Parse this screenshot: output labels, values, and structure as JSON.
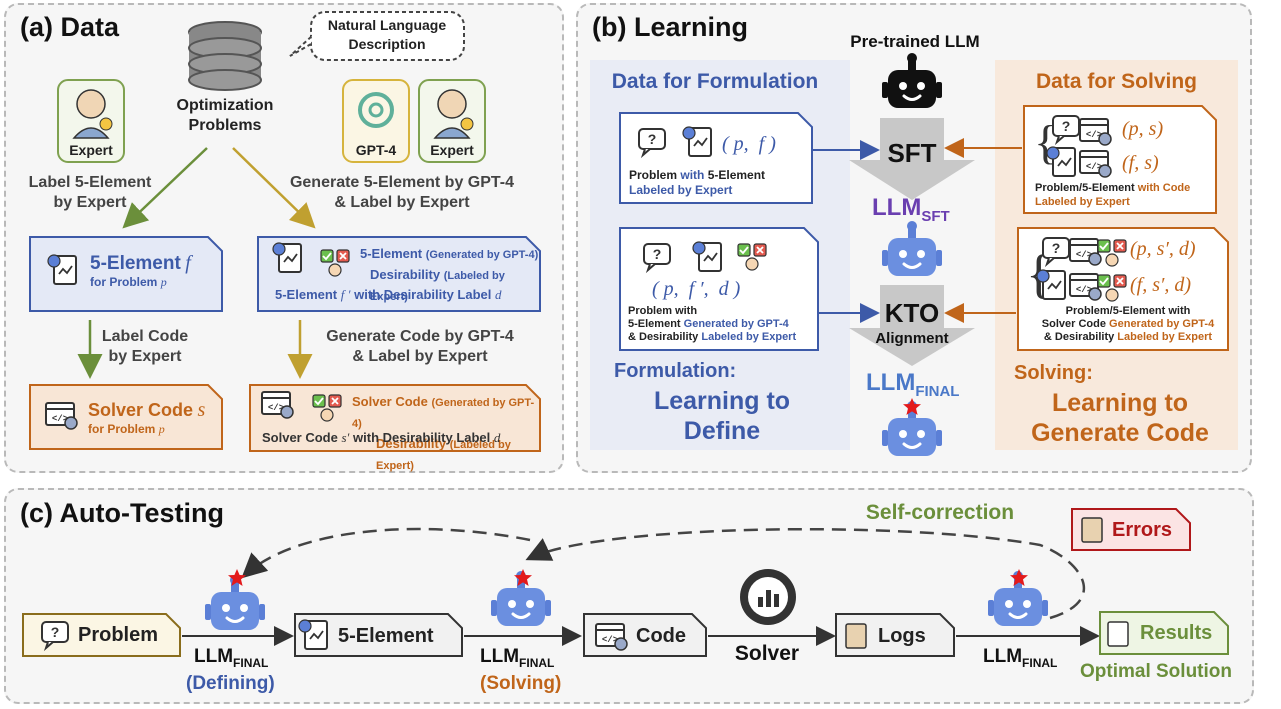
{
  "panel_a": {
    "title": "(a) Data",
    "nl_desc": "Natural Language\nDescription",
    "opt_problems": "Optimization\nProblems",
    "expert": "Expert",
    "gpt4": "GPT-4",
    "label_by_expert": "Label 5-Element\nby Expert",
    "generate_by_gpt4": "Generate 5-Element by GPT-4\n& Label by Expert",
    "five_element": "5-Element",
    "five_element_var": "f",
    "for_problem": "for Problem",
    "problem_var": "p",
    "gen_5e": "5-Element",
    "generated_by_gpt4": "(Generated by GPT-4)",
    "desirability": "Desirability",
    "labeled_by_expert": "(Labeled by Expert)",
    "five_e_prime": "5-Element",
    "f_prime": "f ′",
    "with_des_label": "with Desirability Label",
    "d_var": "d",
    "label_code": "Label Code\nby Expert",
    "generate_code": "Generate Code by GPT-4\n& Label by Expert",
    "solver_code": "Solver Code",
    "s_var": "s",
    "solver_code_gen": "Solver Code",
    "solver_code_prime": "Solver Code",
    "s_prime": "s′"
  },
  "panel_b": {
    "title": "(b) Learning",
    "pretrained": "Pre-trained LLM",
    "data_formulation": "Data for Formulation",
    "data_solving": "Data for Solving",
    "pf": "( p,  f )",
    "problem_with": "Problem",
    "with_word": "with",
    "five_element": "5-Element",
    "labeled_by_expert": "Labeled by Expert",
    "sft": "SFT",
    "llm": "LLM",
    "sft_sub": "SFT",
    "kto": "KTO",
    "alignment": "Alignment",
    "final_sub": "FINAL",
    "ps": "(p, s)",
    "fs": "(f, s)",
    "prob_5e_code": "Problem/5-Element",
    "with_code": "with Code",
    "pfd": "( p,  f ′,  d )",
    "b_problem_with": "Problem with",
    "b_5e_gen": "5-Element",
    "b_gen_gpt4": "Generated by GPT-4",
    "b_amp_des": "& Desirability",
    "b_lab_exp": "Labeled by Expert",
    "psd": "(p, s′, d)",
    "fsd": "(f, s′, d)",
    "r_prob_5e": "Problem/5-Element with",
    "r_solver_code": "Solver Code",
    "r_gen_gpt4": "Generated by GPT-4",
    "r_amp_des": "& Desirability",
    "r_lab_exp": "Labeled by Expert",
    "formulation": "Formulation:",
    "learning_define": "Learning to\nDefine",
    "solving": "Solving:",
    "learning_generate": "Learning to\nGenerate Code"
  },
  "panel_c": {
    "title": "(c) Auto-Testing",
    "self_correction": "Self-correction",
    "errors": "Errors",
    "problem": "Problem",
    "five_element": "5-Element",
    "code": "Code",
    "logs": "Logs",
    "results": "Results",
    "solver": "Solver",
    "llm": "LLM",
    "final_sub": "FINAL",
    "defining": "(Defining)",
    "solving": "(Solving)",
    "optimal": "Optimal Solution"
  },
  "colors": {
    "blue": "#3d5aa8",
    "orange": "#c0651a",
    "green": "#6b8f3b",
    "red": "#e31a1c",
    "purple": "#6a3fb0",
    "dark_red": "#b0181a"
  }
}
